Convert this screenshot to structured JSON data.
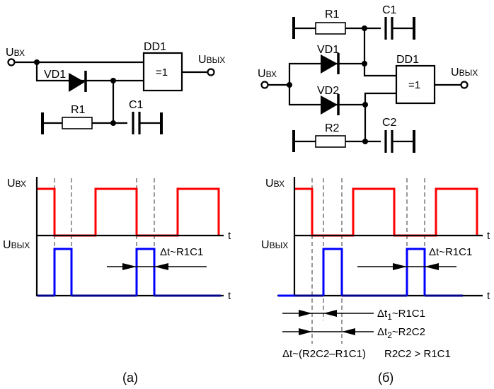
{
  "figure": {
    "panels": [
      {
        "id": "a",
        "caption": "(a)",
        "circuit": {
          "input_label": {
            "main": "U",
            "sub": "ВХ"
          },
          "output_label": {
            "main": "U",
            "sub": "ВЫХ"
          },
          "gate": {
            "name": "DD1",
            "function": "=1"
          },
          "components": [
            {
              "name": "VD1",
              "type": "diode"
            },
            {
              "name": "R1",
              "type": "resistor"
            },
            {
              "name": "C1",
              "type": "capacitor"
            }
          ]
        },
        "timing": {
          "input_axis_label": {
            "main": "U",
            "sub": "ВХ"
          },
          "output_axis_label": {
            "main": "U",
            "sub": "ВЫХ"
          },
          "time_label": "t",
          "input_signal_color": "#ff0000",
          "output_signal_color": "#0000ff",
          "annotation": "Δt~R1C1"
        }
      },
      {
        "id": "b",
        "caption": "(б)",
        "circuit": {
          "input_label": {
            "main": "U",
            "sub": "ВХ"
          },
          "output_label": {
            "main": "U",
            "sub": "ВЫХ"
          },
          "gate": {
            "name": "DD1",
            "function": "=1"
          },
          "components": [
            {
              "name": "R1",
              "type": "resistor"
            },
            {
              "name": "C1",
              "type": "capacitor"
            },
            {
              "name": "VD1",
              "type": "diode"
            },
            {
              "name": "VD2",
              "type": "diode"
            },
            {
              "name": "R2",
              "type": "resistor"
            },
            {
              "name": "C2",
              "type": "capacitor"
            }
          ]
        },
        "timing": {
          "input_axis_label": {
            "main": "U",
            "sub": "ВХ"
          },
          "output_axis_label": {
            "main": "U",
            "sub": "ВЫХ"
          },
          "time_label": "t",
          "annotation": "Δt~R1C1",
          "dt1": {
            "prefix": "Δt",
            "sub": "1",
            "suffix": "~R1C1"
          },
          "dt2": {
            "prefix": "Δt",
            "sub": "2",
            "suffix": "~R2C2"
          },
          "formula": "Δt~(R2C2–R1C1)",
          "condition": "R2C2 > R1C1"
        }
      }
    ]
  }
}
